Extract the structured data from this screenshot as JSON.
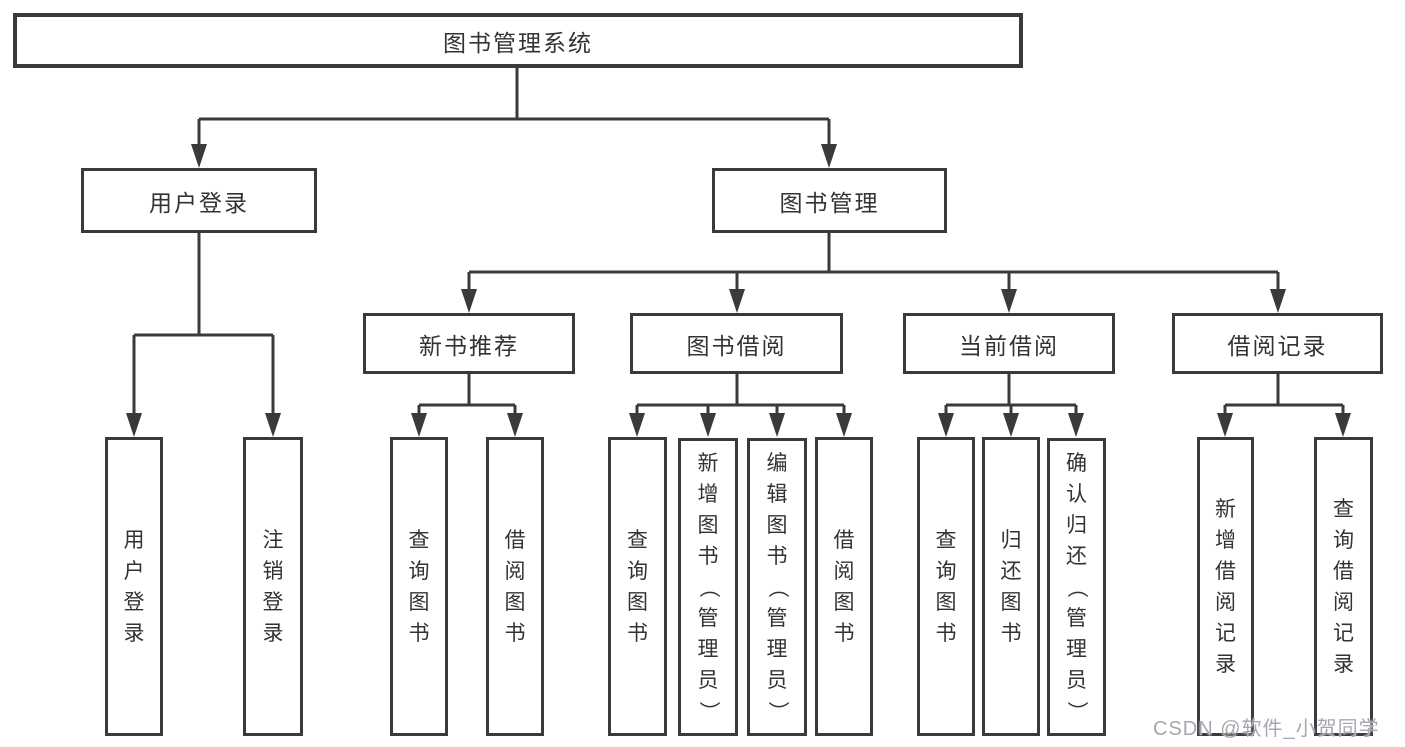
{
  "tree": {
    "root": {
      "label": "图书管理系统"
    },
    "branches": [
      {
        "label": "用户登录",
        "children": [
          {
            "label": "用户登录"
          },
          {
            "label": "注销登录"
          }
        ]
      },
      {
        "label": "图书管理",
        "children": [
          {
            "label": "新书推荐",
            "children": [
              {
                "label": "查询图书"
              },
              {
                "label": "借阅图书"
              }
            ]
          },
          {
            "label": "图书借阅",
            "children": [
              {
                "label": "查询图书"
              },
              {
                "label": "新增图书（管理员）"
              },
              {
                "label": "编辑图书（管理员）"
              },
              {
                "label": "借阅图书"
              }
            ]
          },
          {
            "label": "当前借阅",
            "children": [
              {
                "label": "查询图书"
              },
              {
                "label": "归还图书"
              },
              {
                "label": "确认归还（管理员）"
              }
            ]
          },
          {
            "label": "借阅记录",
            "children": [
              {
                "label": "新增借阅记录"
              },
              {
                "label": "查询借阅记录"
              }
            ]
          }
        ]
      }
    ]
  },
  "watermark": "CSDN @软件_小贺同学",
  "colors": {
    "line": "#3a3a3a",
    "text": "#333333",
    "watermark": "#a4a8af"
  }
}
